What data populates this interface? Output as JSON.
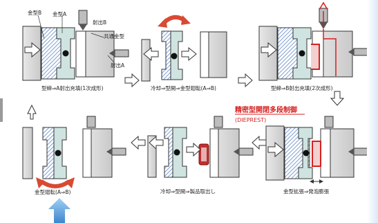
{
  "labels": {
    "mold_b": "金型B",
    "mold_a": "金型A",
    "injection_b": "射出B",
    "common_mold": "共通金型",
    "injection_a": "射出A"
  },
  "steps": [
    {
      "caption": "型締⇒A射出充填(1次成形)"
    },
    {
      "caption": "冷却⇒型開⇒金型廻転(A⇒B)"
    },
    {
      "caption": "型締⇒B射出充填(2次成形)"
    },
    {
      "caption": "金型拡張⇒発泡膨張"
    },
    {
      "caption": "冷却⇒型開⇒製品取出し"
    },
    {
      "caption": "金型廻転(A⇒B)"
    }
  ],
  "callout": {
    "title": "精密型開閉多段制御",
    "subtitle": "(DIEPREST)"
  },
  "colors": {
    "accent_red": "#d62020",
    "flow_arrow": "#6aaee0",
    "hatch_blue": "#5d86c8",
    "mold_gray": "#d6d6d6",
    "rotate_red": "#d84a32"
  }
}
